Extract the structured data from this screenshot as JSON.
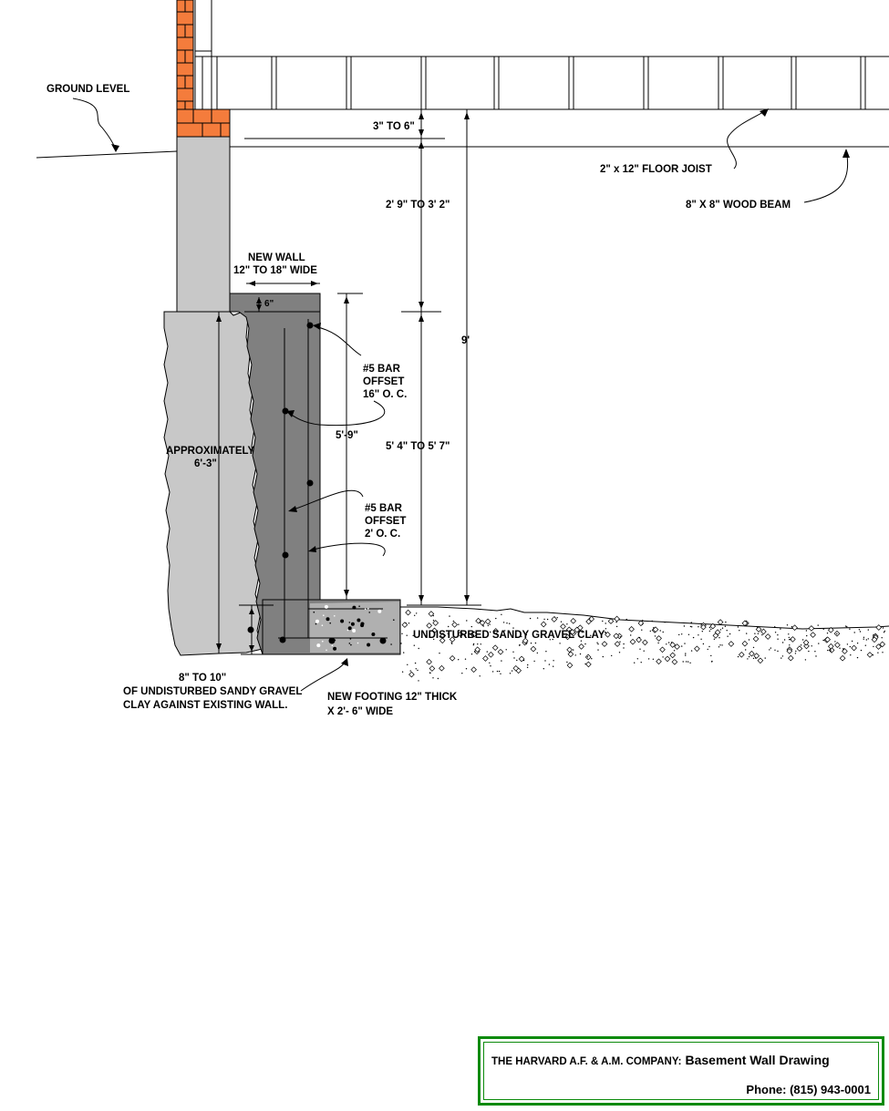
{
  "labels": {
    "ground_level": "GROUND LEVEL",
    "gap_3_6": "3\" TO 6\"",
    "floor_joist": "2\" x 12\"  FLOOR JOIST",
    "dim_2_9_3_2": "2' 9\" TO 3' 2\"",
    "wood_beam": "8\" X 8\" WOOD BEAM",
    "new_wall_1": "NEW WALL",
    "new_wall_2": "12\" TO 18\" WIDE",
    "six_inch": "6\"",
    "bar16_1": "#5 BAR",
    "bar16_2": "OFFSET",
    "bar16_3": "16\" O. C.",
    "nine_ft": "9'",
    "approx_1": "APPROXIMATELY",
    "approx_2": "6'-3\"",
    "dim_5_9": "5'-9\"",
    "dim_5_4_5_7": "5' 4\" TO 5' 7\"",
    "bar2_1": "#5 BAR",
    "bar2_2": "OFFSET",
    "bar2_3": "2' O. C.",
    "undisturbed": "UNDISTURBED SANDY GRAVEL CLAY",
    "clay_1": "8\" TO 10\"",
    "clay_2": "OF UNDISTURBED SANDY GRAVEL",
    "clay_3": "CLAY AGAINST EXISTING WALL.",
    "footing_1": "NEW FOOTING 12\" THICK",
    "footing_2": "X 2'- 6\" WIDE"
  },
  "title_block": {
    "company": "THE HARVARD A.F. & A.M. COMPANY:",
    "drawing_title": "Basement  Wall Drawing",
    "phone": "Phone: (815) 943-0001"
  },
  "colors": {
    "brick": "#f47c3c",
    "existing_wall": "#c8c8c8",
    "new_wall": "#808080",
    "border": "#0a8a0a"
  }
}
